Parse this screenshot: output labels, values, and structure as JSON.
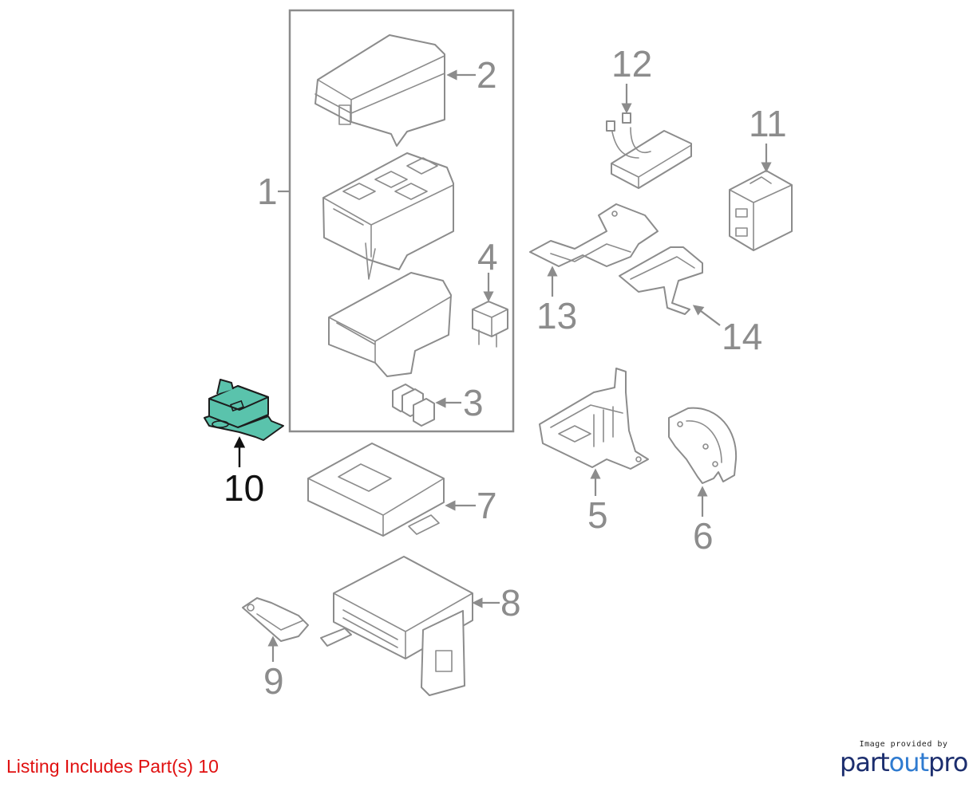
{
  "diagram": {
    "callouts": {
      "c1": "1",
      "c2": "2",
      "c3": "3",
      "c4": "4",
      "c5": "5",
      "c6": "6",
      "c7": "7",
      "c8": "8",
      "c9": "9",
      "c10": "10",
      "c11": "11",
      "c12": "12",
      "c13": "13",
      "c14": "14"
    },
    "highlight_color": "#5ac3ac",
    "line_color": "#8c8c8c"
  },
  "listing": {
    "text": "Listing Includes Part(s)  10",
    "color": "#e01010"
  },
  "credit": {
    "small_text": "Image provided by",
    "brand_part1": "part",
    "brand_part2": "out",
    "brand_part3": "pro"
  }
}
